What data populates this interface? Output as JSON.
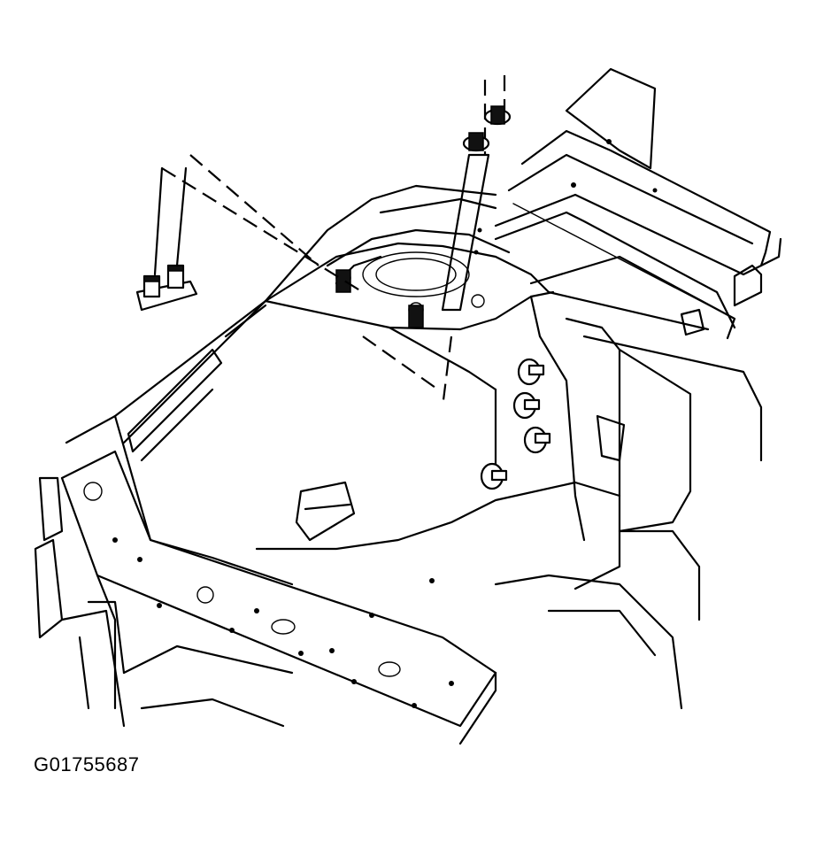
{
  "figure": {
    "id_label": "G01755687",
    "line_color": "#000000",
    "background": "#ffffff",
    "parts": [
      "mount-bracket-with-studs",
      "strut-tower",
      "frame-rail",
      "insulators",
      "strut-mount-nuts",
      "fender-apron",
      "cowl"
    ]
  }
}
